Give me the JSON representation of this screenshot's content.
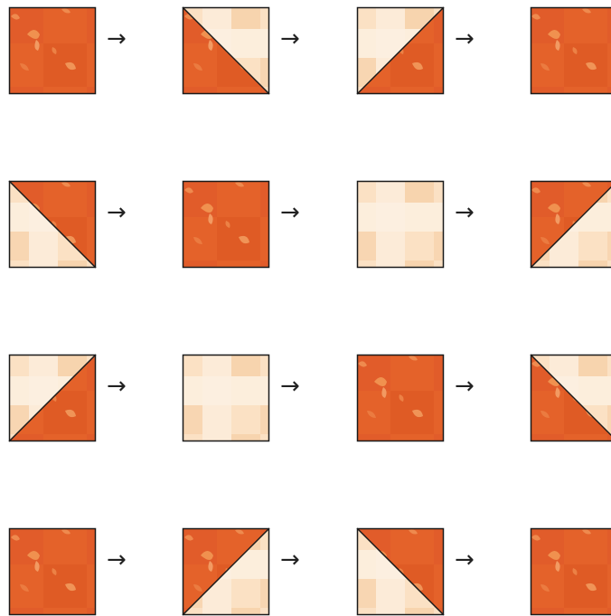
{
  "diagram": {
    "rows": [
      [
        "solid-orange",
        "orange-lower-left",
        "orange-lower-right",
        "solid-orange"
      ],
      [
        "orange-upper-right",
        "solid-orange",
        "solid-cream",
        "orange-upper-left"
      ],
      [
        "orange-lower-right",
        "solid-cream",
        "solid-orange",
        "orange-lower-left"
      ],
      [
        "solid-orange",
        "orange-upper-left",
        "orange-upper-right",
        "solid-orange"
      ]
    ],
    "arrow_glyph": "→",
    "colors": {
      "orange": "#e4622a",
      "orange_dark": "#d75520",
      "orange_light": "#f29a62",
      "cream": "#fbe1c4",
      "cream_light": "#fdf0e1",
      "cream_dark": "#f6cfa6",
      "outline": "#1a1a1a",
      "arrow": "#222222"
    }
  }
}
